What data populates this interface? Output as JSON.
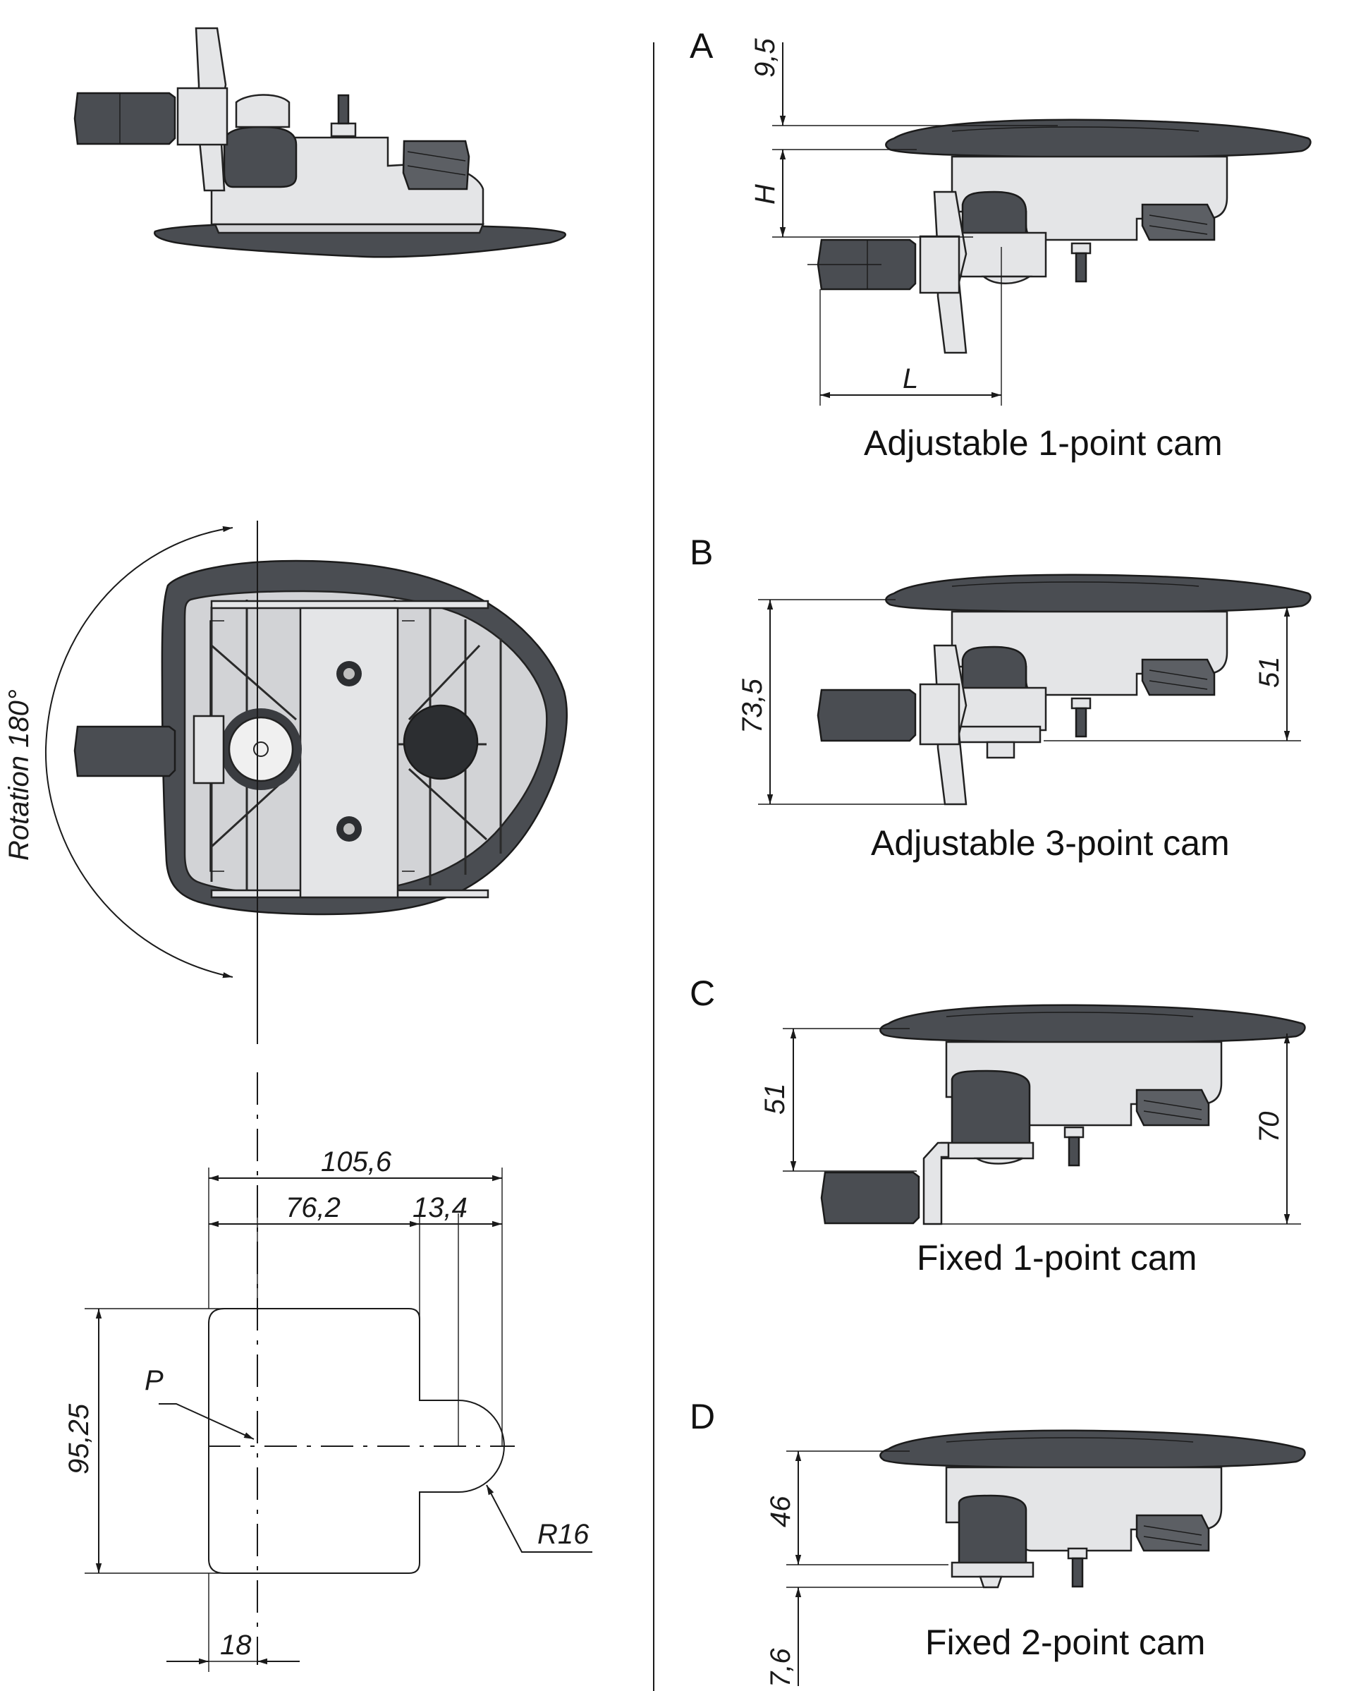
{
  "variants": [
    {
      "letter": "A",
      "caption": "Adjustable 1-point cam",
      "dims": [
        "9,5",
        "H",
        "L"
      ]
    },
    {
      "letter": "B",
      "caption": "Adjustable 3-point cam",
      "dims": [
        "73,5",
        "51"
      ]
    },
    {
      "letter": "C",
      "caption": "Fixed 1-point cam",
      "dims": [
        "51",
        "70"
      ]
    },
    {
      "letter": "D",
      "caption": "Fixed 2-point cam",
      "dims": [
        "46",
        "7,6"
      ]
    }
  ],
  "front_view": {
    "rotation_label": "Rotation 180°"
  },
  "cutout": {
    "width_total": "105,6",
    "width_center": "76,2",
    "width_slot": "13,4",
    "height": "95,25",
    "offset": "18",
    "point_label": "P",
    "radius": "R16"
  },
  "colors": {
    "body": "#4a4d52",
    "metal": "#e4e5e7",
    "line": "#1a1a1a"
  }
}
